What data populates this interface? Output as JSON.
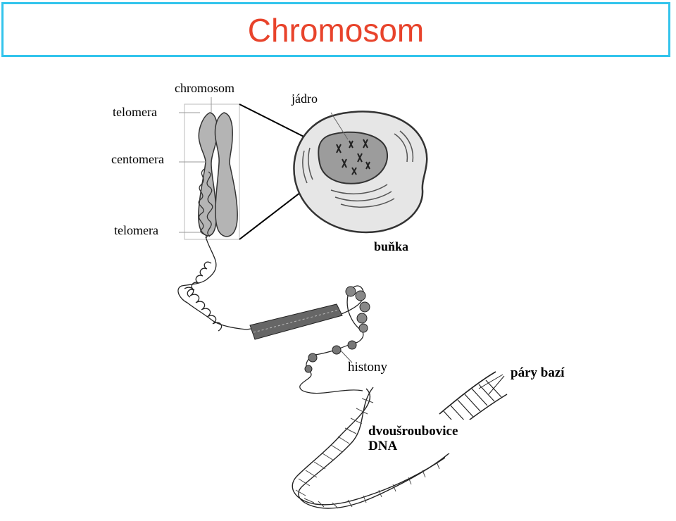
{
  "title": "Chromosom",
  "labels": {
    "telomera_top": "telomera",
    "chromosom": "chromosom",
    "jadro": "jádro",
    "centomera": "centomera",
    "telomera_bottom": "telomera",
    "bunka": "buňka",
    "histony": "histony",
    "pary_bazi": "páry bazí",
    "dvousroubovice_line1": "dvoušroubovice",
    "dvousroubovice_line2": "DNA"
  },
  "colors": {
    "title_text": "#e8432b",
    "title_border": "#33c4ec",
    "cell_fill": "#e6e6e6",
    "nucleus_fill": "#9c9c9c",
    "chromosome_fill": "#b4b4b4"
  }
}
